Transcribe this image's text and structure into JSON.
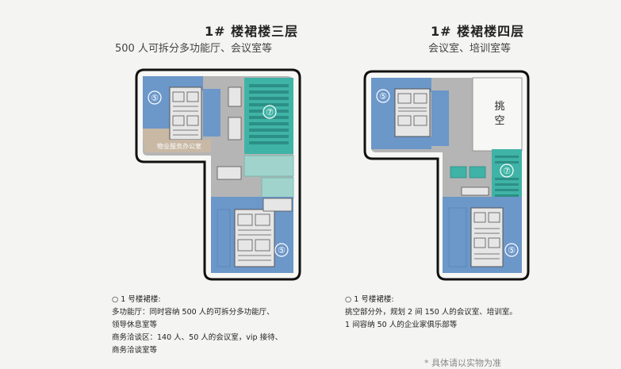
{
  "floors": [
    {
      "title": "1# 楼裙楼三层",
      "subtitle": "500 人可拆分多功能厅、会议室等",
      "labels": {
        "zone_left": "⑤",
        "zone_hall": "⑦",
        "zone_bottom": "⑤",
        "office": "物业服务办公室"
      },
      "notes": [
        "○ 1 号楼裙楼:",
        "多功能厅：同时容纳 500 人的可拆分多功能厅、",
        "领导休息室等",
        "商务洽谈区：140 人、50 人的会议室，vip 接待、",
        "商务洽谈室等"
      ]
    },
    {
      "title": "1# 楼裙楼四层",
      "subtitle": "会议室、培训室等",
      "labels": {
        "zone_left": "⑤",
        "zone_hall": "⑦",
        "zone_bottom": "⑤",
        "void_1": "挑",
        "void_2": "空"
      },
      "notes": [
        "○ 1 号楼裙楼:",
        "挑空部分外，规划 2 间 150 人的会议室、培训室。",
        "1 间容纳 50 人的企业家俱乐部等"
      ]
    }
  ],
  "footnote": "* 具体请以实物为准",
  "colors": {
    "blue": "#6c97c9",
    "teal": "#3fb3a6",
    "light_teal": "#9fd3cc",
    "core": "#d8d8d8",
    "corridor": "#b5b5b5",
    "office": "#c8b8a4",
    "white": "#f7f7f5"
  }
}
